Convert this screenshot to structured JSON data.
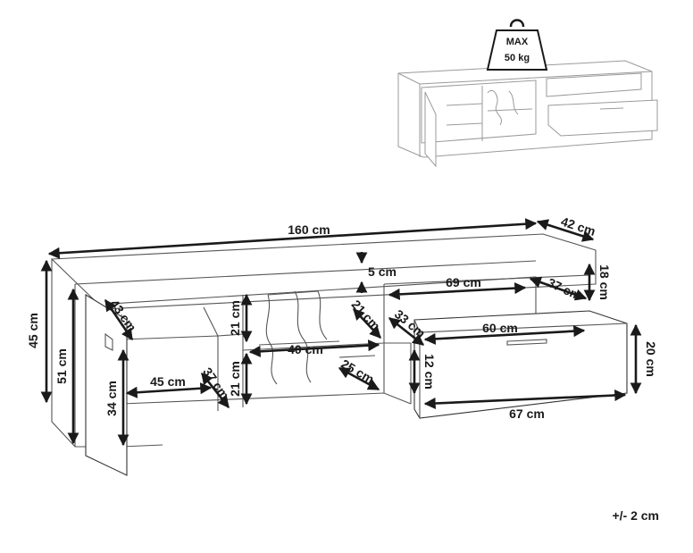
{
  "weight_badge": {
    "line1": "MAX",
    "line2": "50 kg"
  },
  "dimensions": {
    "width": "160 cm",
    "depth": "42 cm",
    "height_front": "45 cm",
    "height_back": "51 cm",
    "top_gap": "5 cm",
    "shelf_width_right": "69 cm",
    "shelf_depth_right": "37 cm",
    "top_right_height": "18 cm",
    "door_depth": "43 cm",
    "left_upper_height": "21 cm",
    "left_lower_height": "21 cm",
    "left_shelf_width": "45 cm",
    "left_shelf_depth": "37 cm",
    "door_height": "34 cm",
    "middle_width": "40 cm",
    "middle_upper_depth": "21 cm",
    "middle_lower_depth": "25 cm",
    "drawer_depth": "33 cm",
    "drawer_inner_width": "60 cm",
    "drawer_inner_height": "12 cm",
    "drawer_front_width": "67 cm",
    "drawer_front_height": "20 cm"
  },
  "tolerance": "+/- 2 cm"
}
